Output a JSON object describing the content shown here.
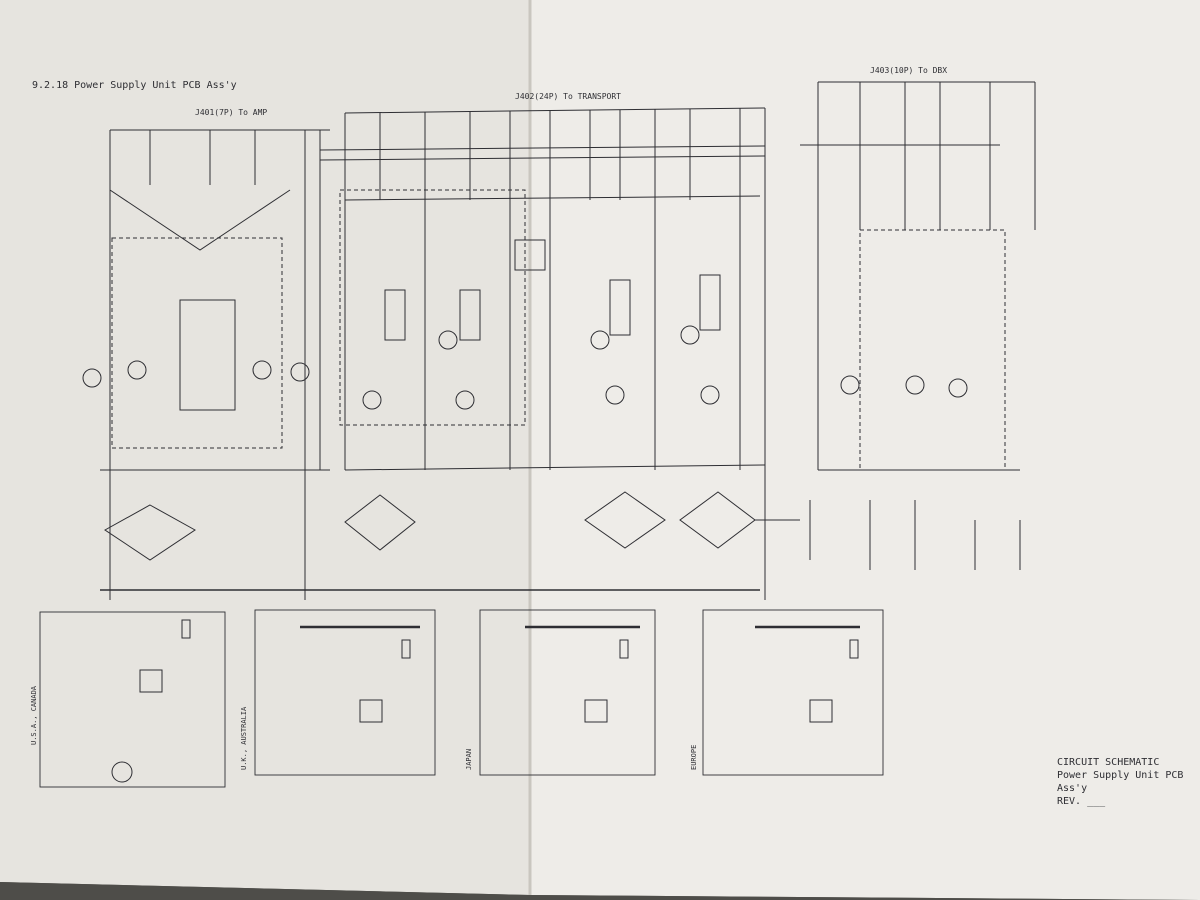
{
  "header": {
    "section_title": "9.2.18  Power Supply Unit PCB Ass'y"
  },
  "connectors": {
    "j401": "J401(7P) To AMP",
    "j402": "J402(24P) To TRANSPORT",
    "j403": "J403(10P) To DBX"
  },
  "regions": {
    "usa_canada": "U.S.A., CANADA",
    "uk_australia": "U.K., AUSTRALIA",
    "japan": "JAPAN",
    "europe": "EUROPE"
  },
  "title_block": {
    "line1": "CIRCUIT SCHEMATIC",
    "line2": "Power Supply Unit PCB",
    "line3": "Ass'y",
    "rev": "REV. ___"
  },
  "colors": {
    "background": "#5b5a55",
    "paper": "#eceae6",
    "ink": "#2e2e33"
  }
}
